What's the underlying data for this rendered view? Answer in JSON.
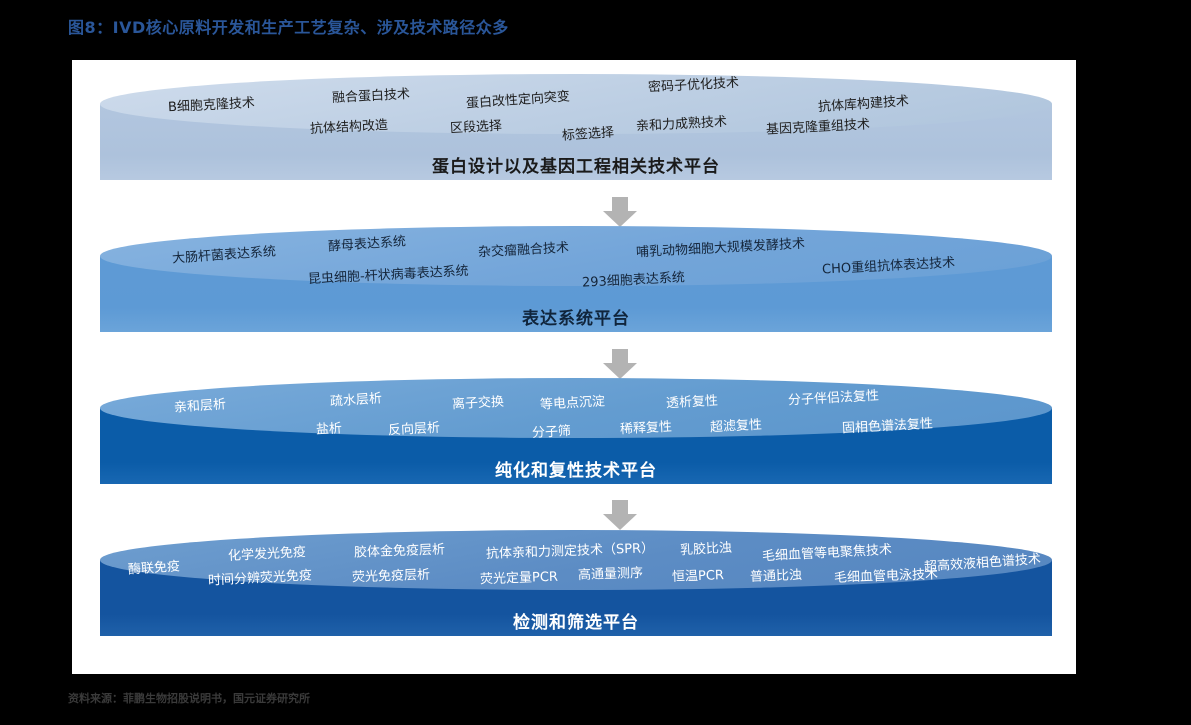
{
  "figure": {
    "title": "图8：IVD核心原料开发和生产工艺复杂、涉及技术路径众多",
    "source": "资料来源：菲鹏生物招股说明书，国元证券研究所",
    "accent_color": "#2a5699"
  },
  "chart_data": {
    "type": "diagram",
    "diagram_kind": "stacked-cylinder-flow",
    "title": "图8：IVD核心原料开发和生产工艺复杂、涉及技术路径众多",
    "flow_direction": "top-to-bottom",
    "connector": "down-arrow",
    "layers": [
      {
        "label": "蛋白设计以及基因工程相关技术平台",
        "color_top": "#bccee3",
        "color_body": "#aec4dc",
        "text_color": "#1a1a1a",
        "tags": [
          "B细胞克隆技术",
          "融合蛋白技术",
          "蛋白改性定向突变",
          "密码子优化技术",
          "抗体库构建技术",
          "抗体结构改造",
          "区段选择",
          "标签选择",
          "亲和力成熟技术",
          "基因克隆重组技术"
        ]
      },
      {
        "label": "表达系统平台",
        "color_top": "#73a5d9",
        "color_body": "#5f9bd5",
        "text_color": "#10253c",
        "tags": [
          "大肠杆菌表达系统",
          "酵母表达系统",
          "杂交瘤融合技术",
          "哺乳动物细胞大规模发酵技术",
          "CHO重组抗体表达技术",
          "昆虫细胞-杆状病毒表达系统",
          "293细胞表达系统"
        ]
      },
      {
        "label": "纯化和复性技术平台",
        "color_top": "#639cd0",
        "color_body": "#0b5ca8",
        "text_color": "#ffffff",
        "tags": [
          "亲和层析",
          "疏水层析",
          "离子交换",
          "等电点沉淀",
          "透析复性",
          "分子伴侣法复性",
          "盐析",
          "反向层析",
          "分子筛",
          "稀释复性",
          "超滤复性",
          "固相色谱法复性"
        ]
      },
      {
        "label": "检测和筛选平台",
        "color_top": "#5c8cc4",
        "color_body": "#14549f",
        "text_color": "#ffffff",
        "tags": [
          "酶联免疫",
          "化学发光免疫",
          "胶体金免疫层析",
          "抗体亲和力测定技术（SPR）",
          "乳胶比浊",
          "毛细血管等电聚焦技术",
          "超高效液相色谱技术",
          "时间分辨荧光免疫",
          "荧光免疫层析",
          "荧光定量PCR",
          "高通量测序",
          "恒温PCR",
          "普通比浊",
          "毛细血管电泳技术"
        ]
      }
    ]
  }
}
